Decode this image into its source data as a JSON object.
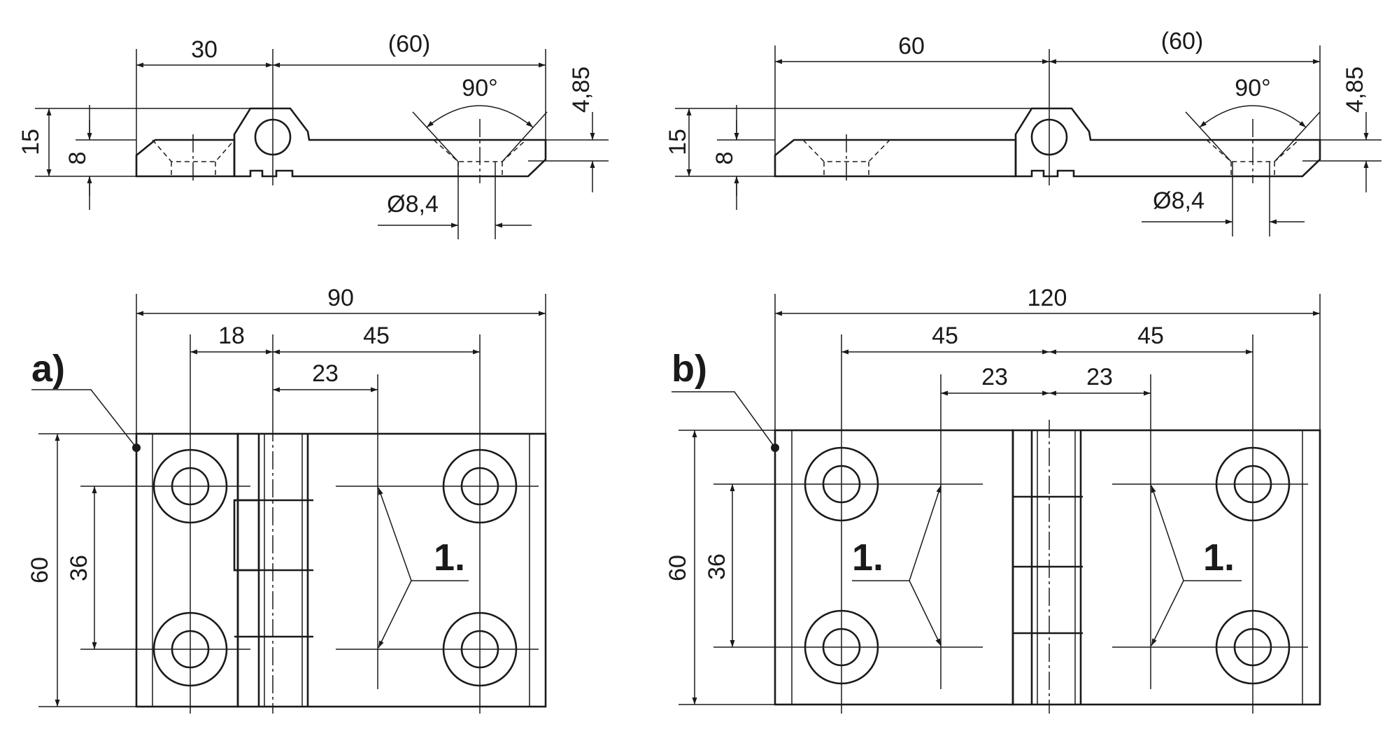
{
  "colors": {
    "line": "#1a1a1a",
    "background": "#ffffff"
  },
  "hinge_a": {
    "label": "a)",
    "side_view": {
      "left_leaf_width": "30",
      "right_leaf_width": "(60)",
      "countersink_angle": "90°",
      "plate_thickness": "4,85",
      "total_height": "15",
      "pin_axis_height": "8",
      "hole_diameter": "Ø8,4"
    },
    "top_view": {
      "overall_width": "90",
      "hole_to_pin": "18",
      "pin_to_hole": "45",
      "pin_offset": "23",
      "overall_height": "60",
      "hole_spacing": "36",
      "callout": "1."
    }
  },
  "hinge_b": {
    "label": "b)",
    "side_view": {
      "left_leaf_width": "60",
      "right_leaf_width": "(60)",
      "countersink_angle": "90°",
      "plate_thickness": "4,85",
      "total_height": "15",
      "pin_axis_height": "8",
      "hole_diameter": "Ø8,4"
    },
    "top_view": {
      "overall_width": "120",
      "left_hole_to_pin": "45",
      "right_pin_to_hole": "45",
      "left_pin_offset": "23",
      "right_pin_offset": "23",
      "overall_height": "60",
      "hole_spacing": "36",
      "callout_left": "1.",
      "callout_right": "1."
    }
  }
}
